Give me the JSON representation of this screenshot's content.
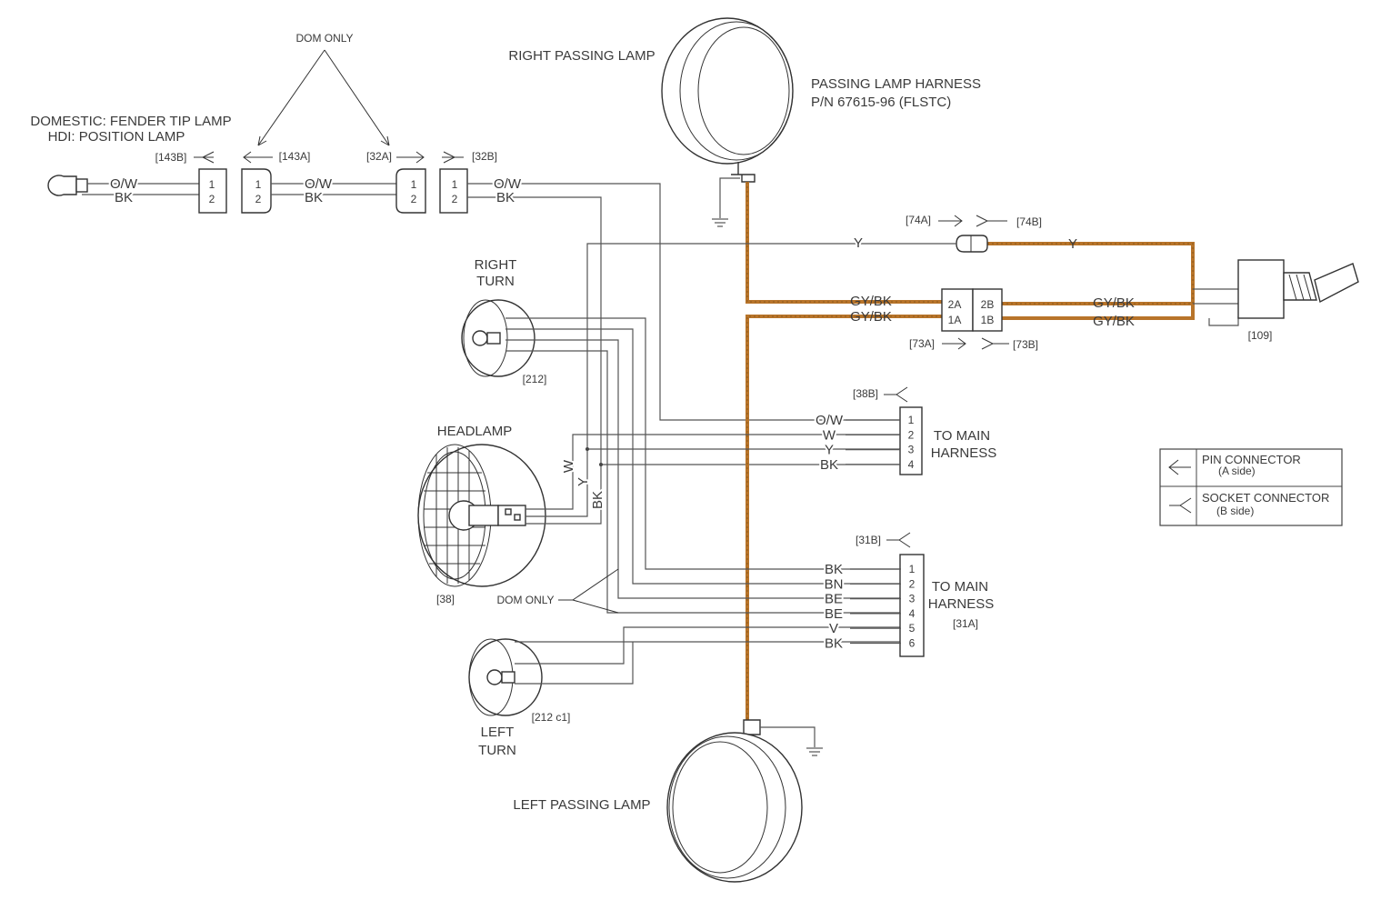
{
  "labels": {
    "dom_only_top": "DOM ONLY",
    "fender_line1": "DOMESTIC: FENDER TIP LAMP",
    "fender_line2": "HDI: POSITION LAMP",
    "right_passing": "RIGHT PASSING LAMP",
    "harness_line1": "PASSING LAMP HARNESS",
    "harness_line2": "P/N 67615-96 (FLSTC)",
    "right_turn_1": "RIGHT",
    "right_turn_2": "TURN",
    "headlamp": "HEADLAMP",
    "left_turn_1": "LEFT",
    "left_turn_2": "TURN",
    "left_passing": "LEFT PASSING LAMP",
    "dom_only_mid": "DOM ONLY",
    "to_main_1a": "TO MAIN",
    "to_main_1b": "HARNESS",
    "to_main_2a": "TO MAIN",
    "to_main_2b": "HARNESS"
  },
  "refs": {
    "c143b": "[143B]",
    "c143a": "[143A]",
    "c32a": "[32A]",
    "c32b": "[32B]",
    "c74a": "[74A]",
    "c74b": "[74B]",
    "c73a": "[73A]",
    "c73b": "[73B]",
    "c109": "[109]",
    "c212": "[212]",
    "c38": "[38]",
    "c212c1": "[212 c1]",
    "c38b": "[38B]",
    "c31b": "[31B]",
    "c31a": "[31A]"
  },
  "wires": {
    "ow1": "O/W",
    "bk1": "BK",
    "ow2": "O/W",
    "bk2": "BK",
    "ow3": "O/W",
    "bk3": "BK",
    "y_top": "Y",
    "y_harness": "Y",
    "gybk_l1": "GY/BK",
    "gybk_l2": "GY/BK",
    "gybk_r1": "GY/BK",
    "gybk_r2": "GY/BK",
    "w_vert": "W",
    "y_vert": "Y",
    "bk_vert": "BK",
    "c38_rows": [
      "O/W",
      "W",
      "Y",
      "BK"
    ],
    "c31_rows": [
      "BK",
      "BN",
      "BE",
      "BE",
      "V",
      "BK"
    ]
  },
  "connector_pins": {
    "pin1": "1",
    "pin2": "2",
    "c73_2a": "2A",
    "c73_1a": "1A",
    "c73_2b": "2B",
    "c73_1b": "1B",
    "c38_pins": [
      "1",
      "2",
      "3",
      "4"
    ],
    "c31_pins": [
      "1",
      "2",
      "3",
      "4",
      "5",
      "6"
    ]
  },
  "legend": {
    "pin_line1": "PIN CONNECTOR",
    "pin_line2": "(A side)",
    "socket_line1": "SOCKET CONNECTOR",
    "socket_line2": "(B side)"
  },
  "colors": {
    "harness_wire": "#b8742a",
    "line": "#555555"
  }
}
